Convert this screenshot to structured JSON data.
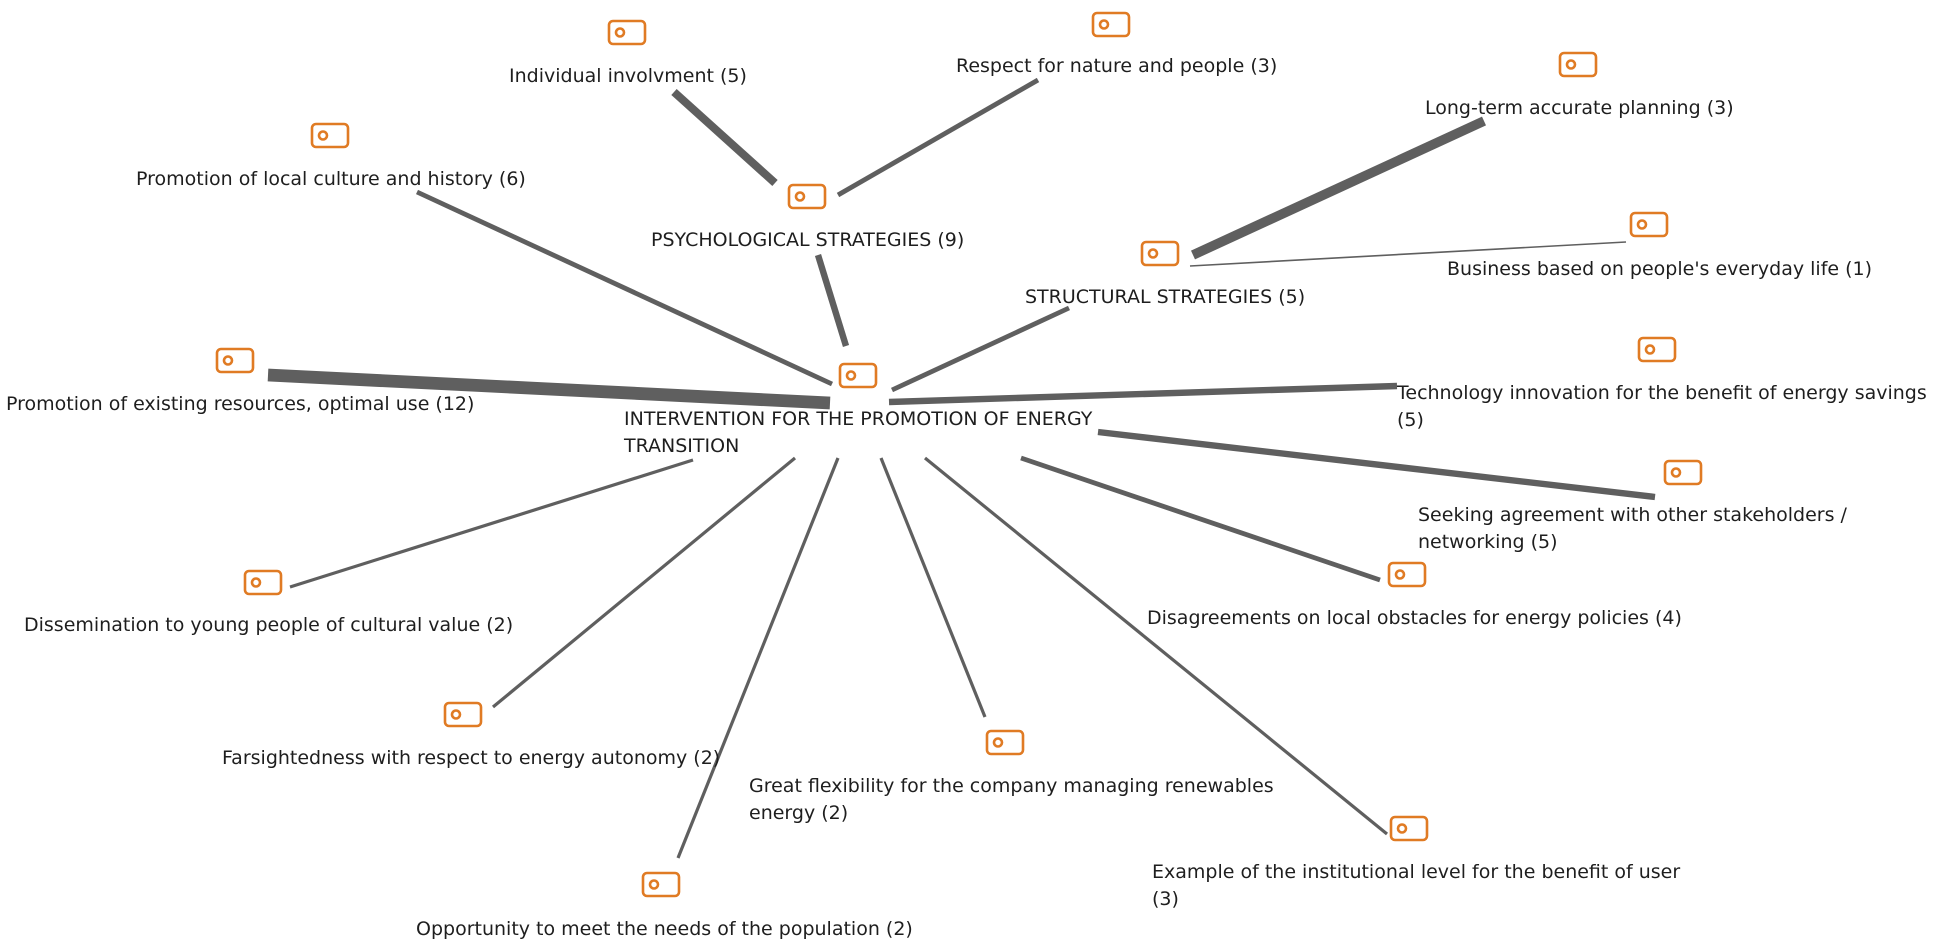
{
  "diagram": {
    "colors": {
      "edge": "#5f5f5f",
      "icon": "#e07b24",
      "text": "#1e1e1e"
    },
    "icon_name": "code-tag-icon",
    "center": {
      "id": "center",
      "label": "INTERVENTION FOR THE PROMOTION OF ENERGY TRANSITION"
    },
    "nodes": [
      {
        "id": "psych",
        "label": "PSYCHOLOGICAL STRATEGIES (9)"
      },
      {
        "id": "struct",
        "label": "STRUCTURAL STRATEGIES (5)"
      },
      {
        "id": "involvement",
        "label": "Individual involvment (5)"
      },
      {
        "id": "respect",
        "label": "Respect for nature and people (3)"
      },
      {
        "id": "longterm",
        "label": "Long-term accurate planning (3)"
      },
      {
        "id": "business",
        "label": "Business based on people's everyday life (1)"
      },
      {
        "id": "culture",
        "label": "Promotion of local culture and history (6)"
      },
      {
        "id": "resources",
        "label": "Promotion of existing resources, optimal use (12)"
      },
      {
        "id": "technology",
        "label": "Technology innovation for the benefit of energy savings (5)"
      },
      {
        "id": "agreement",
        "label": "Seeking agreement with other stakeholders / networking (5)"
      },
      {
        "id": "disagreements",
        "label": "Disagreements on local obstacles for energy policies (4)"
      },
      {
        "id": "dissemination",
        "label": "Dissemination to young people of cultural value (2)"
      },
      {
        "id": "farsightedness",
        "label": "Farsightedness with respect to energy autonomy (2)"
      },
      {
        "id": "flexibility",
        "label": "Great flexibility for the company managing renewables energy (2)"
      },
      {
        "id": "institutional",
        "label": "Example of the institutional level for the benefit of user (3)"
      },
      {
        "id": "opportunity",
        "label": "Opportunity to meet the needs of the population (2)"
      }
    ],
    "edges": [
      {
        "from": "psych",
        "to": "involvement",
        "weight": 5
      },
      {
        "from": "psych",
        "to": "respect",
        "weight": 3
      },
      {
        "from": "psych",
        "to": "center",
        "weight": 4
      },
      {
        "from": "struct",
        "to": "longterm",
        "weight": 6
      },
      {
        "from": "struct",
        "to": "business",
        "weight": 1
      },
      {
        "from": "struct",
        "to": "center",
        "weight": 3
      },
      {
        "from": "center",
        "to": "culture",
        "weight": 3
      },
      {
        "from": "center",
        "to": "resources",
        "weight": 8
      },
      {
        "from": "center",
        "to": "technology",
        "weight": 4
      },
      {
        "from": "center",
        "to": "agreement",
        "weight": 4
      },
      {
        "from": "center",
        "to": "disagreements",
        "weight": 3
      },
      {
        "from": "center",
        "to": "dissemination",
        "weight": 2
      },
      {
        "from": "center",
        "to": "farsightedness",
        "weight": 2
      },
      {
        "from": "center",
        "to": "flexibility",
        "weight": 2
      },
      {
        "from": "center",
        "to": "institutional",
        "weight": 2
      },
      {
        "from": "center",
        "to": "opportunity",
        "weight": 2
      }
    ]
  }
}
